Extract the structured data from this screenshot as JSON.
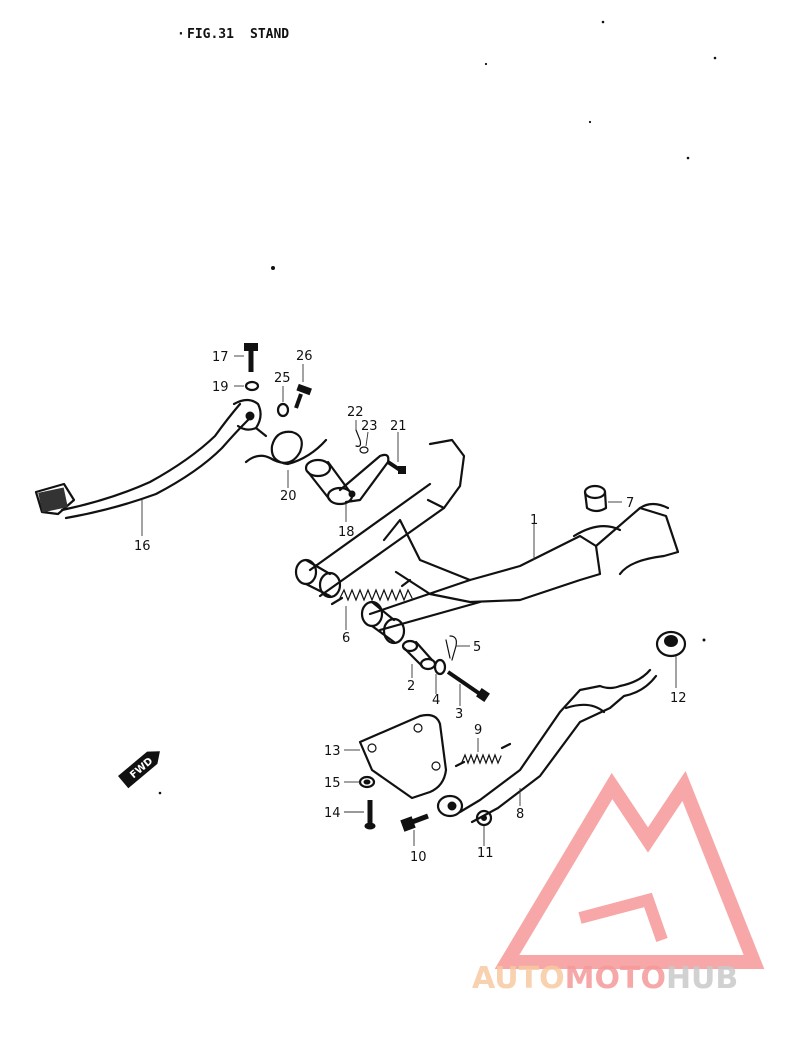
{
  "figure": {
    "number": "FIG.31",
    "title": "STAND"
  },
  "parts": [
    {
      "id": "1",
      "label": "1"
    },
    {
      "id": "2",
      "label": "2"
    },
    {
      "id": "3",
      "label": "3"
    },
    {
      "id": "4",
      "label": "4"
    },
    {
      "id": "5",
      "label": "5"
    },
    {
      "id": "6",
      "label": "6"
    },
    {
      "id": "7",
      "label": "7"
    },
    {
      "id": "8",
      "label": "8"
    },
    {
      "id": "9",
      "label": "9"
    },
    {
      "id": "10",
      "label": "10"
    },
    {
      "id": "11",
      "label": "11"
    },
    {
      "id": "12",
      "label": "12"
    },
    {
      "id": "13",
      "label": "13"
    },
    {
      "id": "14",
      "label": "14"
    },
    {
      "id": "15",
      "label": "15"
    },
    {
      "id": "16",
      "label": "16"
    },
    {
      "id": "17",
      "label": "17"
    },
    {
      "id": "18",
      "label": "18"
    },
    {
      "id": "19",
      "label": "19"
    },
    {
      "id": "20",
      "label": "20"
    },
    {
      "id": "21",
      "label": "21"
    },
    {
      "id": "22",
      "label": "22"
    },
    {
      "id": "23",
      "label": "23"
    },
    {
      "id": "25",
      "label": "25"
    },
    {
      "id": "26",
      "label": "26"
    }
  ],
  "direction_tag": "FWD",
  "watermark": {
    "part1": "AUTO",
    "part2": "MOTO",
    "part3": "HUB",
    "color1": "#f7c9a0",
    "color2": "#f59a9a",
    "color3": "#c9c9c9",
    "logo_color": "#f58a8a"
  }
}
